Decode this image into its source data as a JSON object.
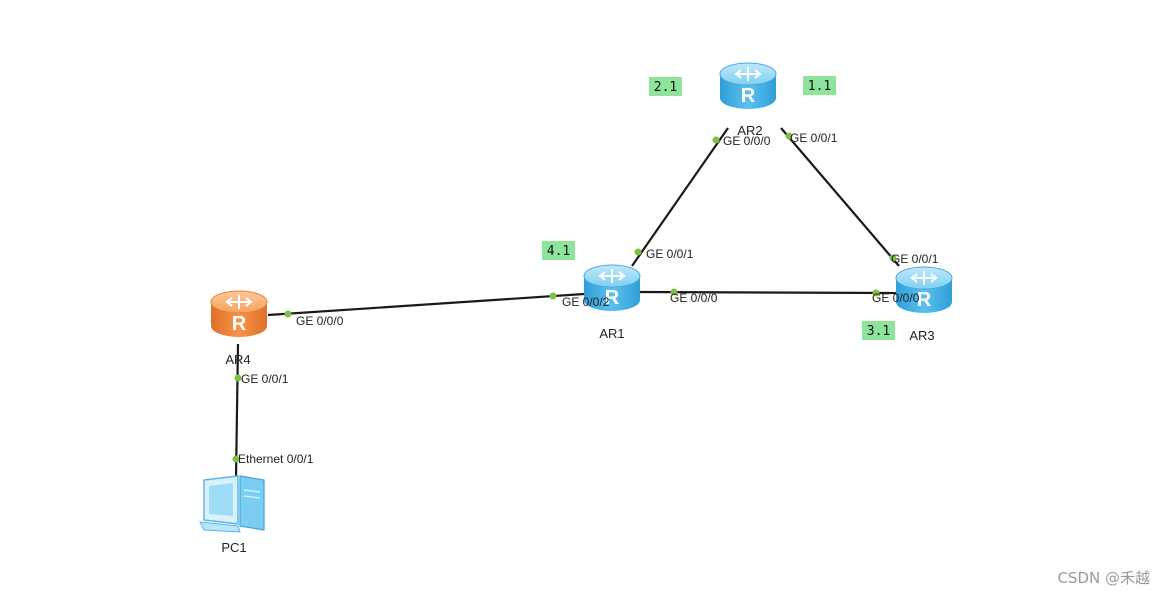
{
  "diagram": {
    "devices": {
      "ar1": {
        "name": "AR1",
        "type": "router",
        "color": "#4fb6ea"
      },
      "ar2": {
        "name": "AR2",
        "type": "router",
        "color": "#4fb6ea"
      },
      "ar3": {
        "name": "AR3",
        "type": "router",
        "color": "#4fb6ea"
      },
      "ar4": {
        "name": "AR4",
        "type": "router",
        "color": "#f08a3c"
      },
      "pc1": {
        "name": "PC1",
        "type": "pc",
        "color": "#6cc6f0"
      }
    },
    "links": [
      {
        "from": "ar1",
        "to": "ar2",
        "from_port": "GE 0/0/1",
        "to_port": "GE 0/0/0"
      },
      {
        "from": "ar2",
        "to": "ar3",
        "from_port": "GE 0/0/1",
        "to_port": "GE 0/0/1"
      },
      {
        "from": "ar1",
        "to": "ar3",
        "from_port": "GE 0/0/0",
        "to_port": "GE 0/0/0"
      },
      {
        "from": "ar4",
        "to": "ar1",
        "from_port": "GE 0/0/0",
        "to_port": "GE 0/0/2"
      },
      {
        "from": "ar4",
        "to": "pc1",
        "from_port": "GE 0/0/1",
        "to_port": "Ethernet 0/0/1"
      }
    ],
    "address_tags": {
      "ar1": "4.1",
      "ar2_left": "2.1",
      "ar2_right": "1.1",
      "ar3": "3.1"
    },
    "colors": {
      "link": "#1a1a1a",
      "port_dot": "#7cc242",
      "tag_bg": "#8fe49b"
    }
  },
  "watermark": "CSDN @禾越"
}
